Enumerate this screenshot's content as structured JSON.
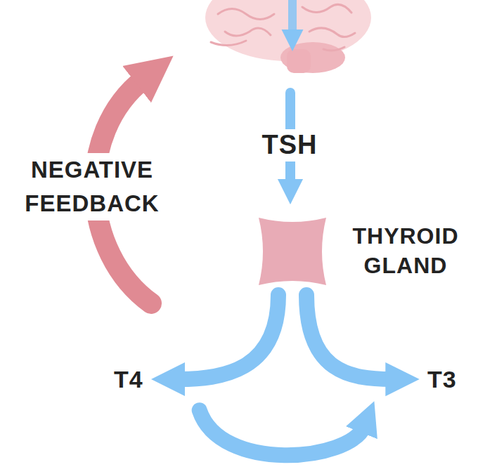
{
  "diagram": {
    "nodes": [
      {
        "text": [
          "THYROID GLAND"
        ]
      },
      {
        "text": [
          "T4"
        ]
      },
      {
        "text": [
          "T3"
        ]
      }
    ],
    "edges": [
      {
        "from": 0,
        "to": 1,
        "arrow": "to"
      },
      {
        "from": 0,
        "to": 2,
        "arrow": "to"
      },
      {
        "from": 1,
        "to": 2,
        "arrow": "to"
      }
    ],
    "labels": [
      "TSH",
      "NEGATIVE FEEDBACK"
    ]
  }
}
